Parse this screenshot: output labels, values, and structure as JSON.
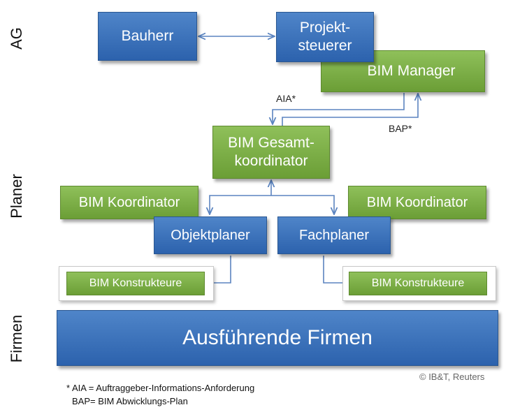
{
  "levels": {
    "ag": "AG",
    "planer": "Planer",
    "firmen": "Firmen"
  },
  "boxes": {
    "bauherr": "Bauherr",
    "projektsteuerer_1": "Projekt-",
    "projektsteuerer_2": "steuerer",
    "bim_manager": "BIM Manager",
    "gesamtkoordinator_1": "BIM Gesamt-",
    "gesamtkoordinator_2": "koordinator",
    "koordinator_left": "BIM Koordinator",
    "koordinator_right": "BIM Koordinator",
    "objektplaner": "Objektplaner",
    "fachplaner": "Fachplaner",
    "konstrukteure_left": "BIM Konstrukteure",
    "konstrukteure_right": "BIM Konstrukteure",
    "firmen": "Ausführende Firmen"
  },
  "arrow_labels": {
    "aia": "AIA*",
    "bap": "BAP*"
  },
  "copyright": "© IB&T, Reuters",
  "footnotes": {
    "line1": "* AIA = Auftraggeber-Informations-Anforderung",
    "line2": "BAP= BIM Abwicklungs-Plan"
  },
  "colors": {
    "blue": "#2c62ad",
    "green": "#6b9e36",
    "line": "#5b84c0"
  }
}
